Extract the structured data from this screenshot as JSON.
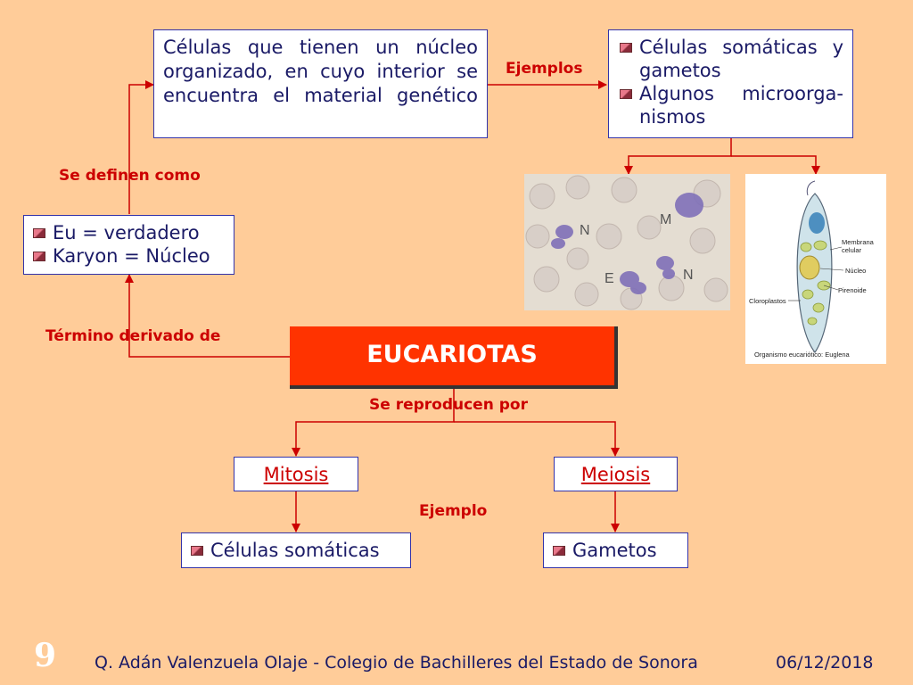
{
  "definition": "Células que tienen un núcleo organizado, en cuyo interior se encuentra el material genético",
  "examples": [
    "Células somáticas y gametos",
    "Algunos microorga-nismos"
  ],
  "etymology": [
    "Eu = verdadero",
    "Karyon = Núcleo"
  ],
  "title": "EUCARIOTAS",
  "labels": {
    "ejemplos": "Ejemplos",
    "definen": "Se definen como",
    "termino": "Término derivado de",
    "reproducen": "Se reproducen por",
    "ejemplo": "Ejemplo"
  },
  "mitosis": "Mitosis",
  "meiosis": "Meiosis",
  "mitosis_example": "Células somáticas",
  "meiosis_example": "Gametos",
  "blood_labels": [
    "N",
    "M",
    "E",
    "N"
  ],
  "euglena_labels": [
    "Membrana celular",
    "Núcleo",
    "Pirenoide",
    "Cloroplastos",
    "Organismo eucariótico: Euglena"
  ],
  "footer": {
    "page": "9",
    "author": "Q. Adán Valenzuela Olaje - Colegio de Bachilleres del Estado de Sonora",
    "date": "06/12/2018"
  },
  "colors": {
    "background": "#FFCC99",
    "accent": "#FF3300",
    "label": "#CC0000",
    "text": "#1A1A66"
  }
}
